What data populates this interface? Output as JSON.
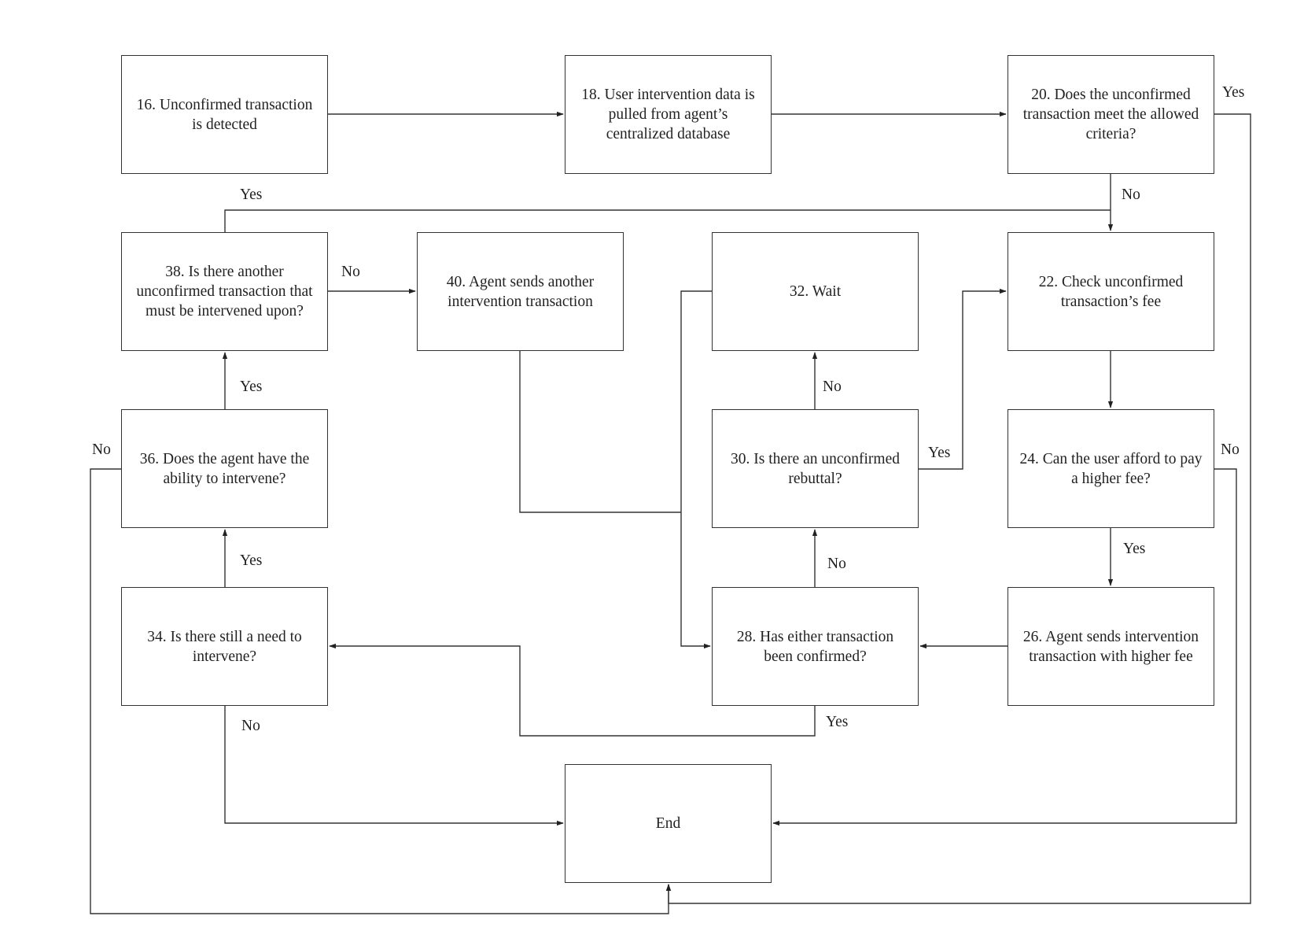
{
  "nodes": {
    "n16": "16. Unconfirmed transaction is detected",
    "n18": "18. User intervention data is pulled from agent’s centralized database",
    "n20": "20. Does the unconfirmed transaction meet the allowed criteria?",
    "n22": "22. Check unconfirmed transaction’s fee",
    "n24": "24. Can the user afford to pay a higher fee?",
    "n26": "26. Agent sends intervention transaction with higher fee",
    "n28": "28. Has either transaction been confirmed?",
    "n30": "30. Is there an unconfirmed rebuttal?",
    "n32": "32. Wait",
    "n34": "34. Is there still a need to intervene?",
    "n36": "36. Does the agent have the ability to intervene?",
    "n38": "38. Is there another unconfirmed transaction that must be intervened upon?",
    "n40": "40. Agent sends another intervention transaction",
    "end": "End"
  },
  "edge_labels": {
    "n20_yes": "Yes",
    "n20_no": "No",
    "n38_yes": "Yes",
    "n38_no": "No",
    "n36_yes": "Yes",
    "n36_no": "No",
    "n34_no": "No",
    "n30_yes": "Yes",
    "n30_no": "No",
    "n28_no": "No",
    "n28_yes": "Yes",
    "n24_no": "No",
    "n24_yes": "Yes"
  }
}
